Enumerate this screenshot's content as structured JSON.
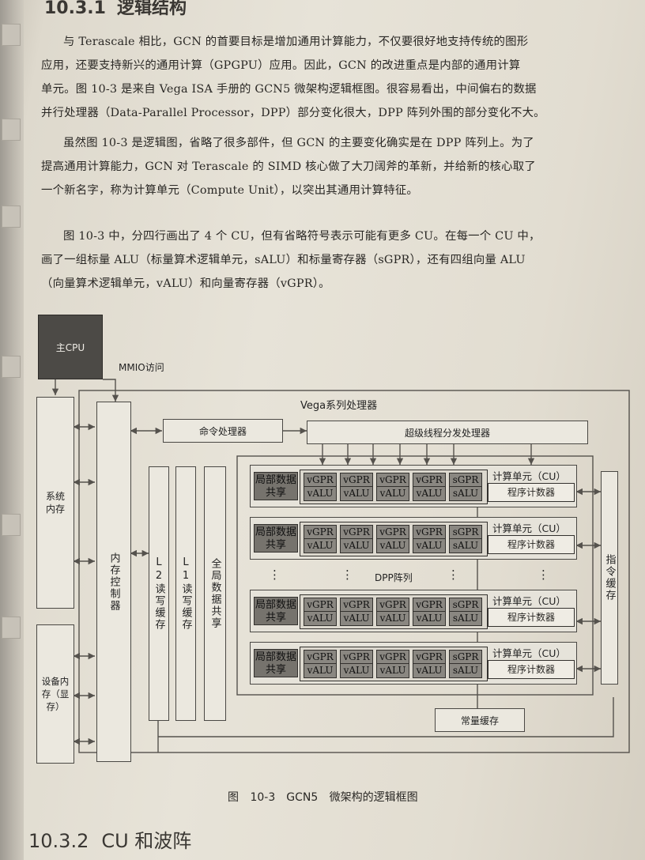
{
  "section": {
    "number": "10.3.1",
    "title": "逻辑结构"
  },
  "paragraphs": [
    {
      "lines": [
        "与 Terascale 相比，GCN 的首要目标是增加通用计算能力，不仅要很好地支持传统的图形",
        "应用，还要支持新兴的通用计算（GPGPU）应用。因此，GCN 的改进重点是内部的通用计算",
        "单元。图 10-3 是来自 Vega ISA 手册的 GCN5 微架构逻辑框图。很容易看出，中间偏右的数据",
        "并行处理器（Data-Parallel Processor，DPP）部分变化很大，DPP 阵列外围的部分变化不大。"
      ]
    },
    {
      "lines": [
        "虽然图 10-3 是逻辑图，省略了很多部件，但 GCN 的主要变化确实是在 DPP 阵列上。为了",
        "提高通用计算能力，GCN 对 Terascale 的 SIMD 核心做了大刀阔斧的革新，并给新的核心取了",
        "一个新名字，称为计算单元（Compute Unit），以突出其通用计算特征。"
      ]
    },
    {
      "lines": [
        "图 10-3 中，分四行画出了 4 个 CU，但有省略符号表示可能有更多 CU。在每一个 CU 中，",
        "画了一组标量 ALU（标量算术逻辑单元，sALU）和标量寄存器（sGPR），还有四组向量 ALU",
        "（向量算术逻辑单元，vALU）和向量寄存器（vGPR）。"
      ]
    }
  ],
  "diagram": {
    "host_cpu": "主CPU",
    "mmio": "MMIO访问",
    "system_memory": "系统内存",
    "device_memory": "设备内存（显存）",
    "memory_controller": "内存控制器",
    "processor_label": "Vega系列处理器",
    "command_processor": "命令处理器",
    "ultra_thread_dispatch": "超级线程分发处理器",
    "l2_cache": "L2读写缓存",
    "l1_cache": "L1读写缓存",
    "gds": "全局数据共享",
    "dpp_array": "DPP阵列",
    "ellipsis": "⋮",
    "instruction_cache": "指令缓存",
    "constant_cache": "常量缓存",
    "compute_units": [
      {
        "title": "计算单元（CU）",
        "pc": "程序计数器",
        "lds": "局部数据共享"
      },
      {
        "title": "计算单元（CU）",
        "pc": "程序计数器",
        "lds": "局部数据共享"
      },
      {
        "title": "计算单元（CU）",
        "pc": "程序计数器",
        "lds": "局部数据共享"
      },
      {
        "title": "计算单元（CU）",
        "pc": "程序计数器",
        "lds": "局部数据共享"
      }
    ],
    "vgpr": "vGPR",
    "valu": "vALU",
    "sgpr": "sGPR",
    "salu": "sALU"
  },
  "caption": "图 10-3　GCN5 微架构的逻辑框图",
  "next_section": {
    "number": "10.3.2",
    "title": "CU 和波阵"
  }
}
